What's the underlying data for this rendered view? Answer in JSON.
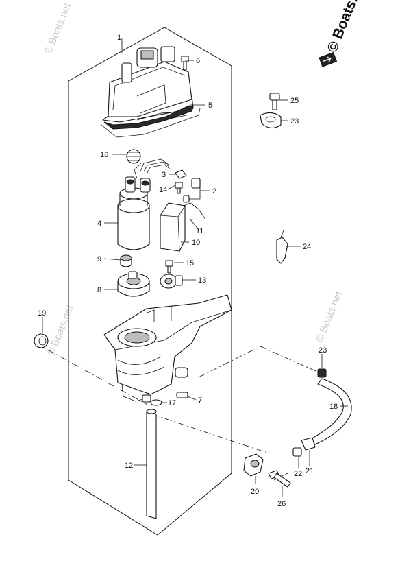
{
  "watermarks": {
    "brand": "© Boats.net",
    "faint": "© Boats.net"
  },
  "callouts": {
    "c1": "1",
    "c2": "2",
    "c3": "3",
    "c4": "4",
    "c5": "5",
    "c6": "6",
    "c7": "7",
    "c8": "8",
    "c9": "9",
    "c10": "10",
    "c11": "11",
    "c12": "12",
    "c13": "13",
    "c14": "14",
    "c15": "15",
    "c16": "16",
    "c17": "17",
    "c18": "18",
    "c19": "19",
    "c20": "20",
    "c21": "21",
    "c22": "22",
    "c23a": "23",
    "c23b": "23",
    "c24": "24",
    "c25": "25",
    "c26": "26"
  },
  "icons": {
    "arrow_box": "box-arrow-icon"
  }
}
